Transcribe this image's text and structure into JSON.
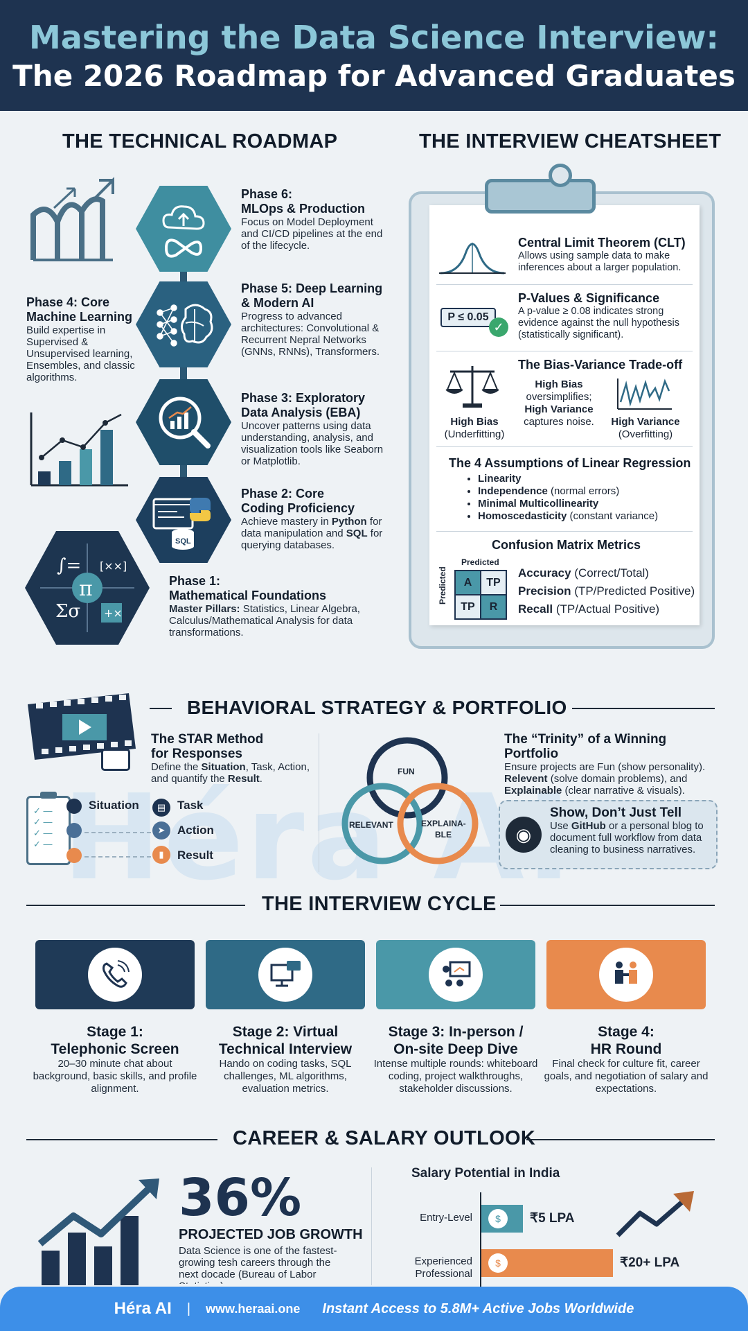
{
  "header": {
    "title_line1": "Mastering the Data Science Interview:",
    "title_line2": "The 2026 Roadmap for Advanced Graduates"
  },
  "roadmap": {
    "section_title": "THE TECHNICAL ROADMAP",
    "phases": [
      {
        "title": "Phase 6:",
        "subtitle": "MLOps & Production",
        "desc": "Focus on Model Deployment and CI/CD pipelines at the end of the lifecycle.",
        "icon": "cloud-infinity-icon"
      },
      {
        "title": "Phase 5: Deep Learning",
        "subtitle": "& Modern AI",
        "desc": "Progress to advanced architectures: Convolutional & Recurrent Nepral Networks (GNNs, RNNs), Transformers.",
        "icon": "neural-brain-icon"
      },
      {
        "title": "Phase 4: Core",
        "subtitle": "Machine Learning",
        "desc": "Build expertise in Supervised & Unsupervised learning, Ensembles, and classic algorithms.",
        "icon": "growth-arrow-icon"
      },
      {
        "title": "Phase 3: Exploratory",
        "subtitle": "Data Analysis (EBA)",
        "desc": "Uncover patterns using data understanding, analysis, and visualization tools like Seaborn or Matplotlib.",
        "icon": "magnifier-chart-icon"
      },
      {
        "title": "Phase 2: Core",
        "subtitle": "Coding Proficiency",
        "desc_parts": [
          "Achieve mastery in ",
          "Python",
          " for data manipulation and ",
          "SQL",
          " for querying databases."
        ],
        "icon": "python-sql-icon"
      },
      {
        "title": "Phase 1:",
        "subtitle": "Mathematical Foundations",
        "desc_label": "Master Pillars:",
        "desc": "Statistics, Linear Algebra, Calculus/Mathematical Analysis for data transformations.",
        "icon": "math-pi-icon"
      }
    ]
  },
  "cheatsheet": {
    "section_title": "THE INTERVIEW CHEATSHEET",
    "clt": {
      "title": "Central Limit Theorem (CLT)",
      "desc": "Allows using sample data to make inferences about a larger population."
    },
    "pvalue": {
      "badge": "P ≤ 0.05",
      "title": "P-Values & Significance",
      "desc": "A p-value ≥ 0.08 indicates strong evidence against the null hypothesis (statistically significant)."
    },
    "bias": {
      "title": "The Bias-Variance Trade-off",
      "left_label1": "High Bias",
      "left_label2": "(Underfitting)",
      "mid1": "High Bias",
      "mid2": "oversimplifies;",
      "mid3": "High Variance",
      "mid4": "captures noise.",
      "right_label1": "High Variance",
      "right_label2": "(Overfitting)"
    },
    "linreg": {
      "title": "The 4 Assumptions of Linear Regression",
      "items": [
        {
          "bold": "Linearity",
          "rest": ""
        },
        {
          "bold": "Independence",
          "rest": " (normal errors)"
        },
        {
          "bold": "Minimal Multicollinearity",
          "rest": ""
        },
        {
          "bold": "Homoscedasticity",
          "rest": " (constant variance)"
        }
      ]
    },
    "confusion": {
      "title": "Confusion Matrix Metrics",
      "predicted_label": "Predicted",
      "cells": [
        "A",
        "TP",
        "TP",
        "R"
      ],
      "metrics": [
        {
          "bold": "Accuracy",
          "rest": " (Correct/Total)"
        },
        {
          "bold": "Precision",
          "rest": " (TP/Predicted Positive)"
        },
        {
          "bold": "Recall",
          "rest": " (TP/Actual Positive)"
        }
      ]
    }
  },
  "behavioral": {
    "section_title": "BEHAVIORAL STRATEGY & PORTFOLIO",
    "star_title1": "The STAR Method",
    "star_title2": "for Responses",
    "star_desc_parts": [
      "Define the ",
      "Situation",
      ", Task, Action, and quantify the ",
      "Result",
      "."
    ],
    "star_items": [
      "Situation",
      "Task",
      "Action",
      "Result"
    ],
    "trinity_title": "The “Trinity” of a Winning Portfolio",
    "trinity_desc1": "Ensure projects are Fun (show personality).",
    "trinity_desc2_bold": "Relevent",
    "trinity_desc2_rest": " (solve domain problems), and",
    "trinity_desc3_bold": "Explainable",
    "trinity_desc3_rest": " (clear narrative & visuals).",
    "venn": [
      "FUN",
      "RELEVANT",
      "EXPLAINA-",
      "BLE"
    ],
    "show_title": "Show, Don’t Just Tell",
    "show_desc_parts": [
      "Use ",
      "GitHub",
      " or a personal blog to document full workflow from data cleaning to business narratives."
    ]
  },
  "cycle": {
    "section_title": "THE INTERVIEW CYCLE",
    "stages": [
      {
        "title1": "Stage 1:",
        "title2": "Telephonic Screen",
        "desc": "20–30 minute chat about background, basic skills, and profile alignment.",
        "color": "#1f3a57",
        "icon": "phone-icon"
      },
      {
        "title1": "Stage 2: Virtual",
        "title2": "Technical Interview",
        "desc": "Hando on coding tasks, SQL challenges, ML algorithms, evaluation metrics.",
        "color": "#2f6a86",
        "icon": "video-call-icon"
      },
      {
        "title1": "Stage 3: In-person /",
        "title2": "On-site Deep Dive",
        "desc": "Intense multiple rounds: whiteboard coding, project walkthroughs, stakeholder discussions.",
        "color": "#4a98a8",
        "icon": "whiteboard-icon"
      },
      {
        "title1": "Stage 4:",
        "title2": "HR Round",
        "desc": "Final check for culture fit, career goals, and negotiation of salary and expectations.",
        "color": "#e88a4d",
        "icon": "handshake-icon"
      }
    ]
  },
  "career": {
    "section_title": "CAREER & SALARY OUTLOOK",
    "growth_value": "36%",
    "growth_label": "PROJECTED JOB GROWTH",
    "growth_desc": "Data Science is one of the fastest-growing tesh careers through the next docade (Bureau of Labor Statistics).",
    "salary_title": "Salary Potential in India",
    "salaries": [
      {
        "label1": "Entry-Level",
        "label2": "",
        "value": "₹5 LPA",
        "amount": 5,
        "color": "#4a98a8"
      },
      {
        "label1": "Experienced",
        "label2": "Professional",
        "value": "₹20+ LPA",
        "amount": 20,
        "color": "#e88a4d"
      }
    ]
  },
  "watermark": "Héra AI",
  "footer": {
    "brand": "Héra AI",
    "sep": "|",
    "url": "www.heraai.one",
    "tagline": "Instant Access to 5.8M+ Active Jobs Worldwide"
  }
}
